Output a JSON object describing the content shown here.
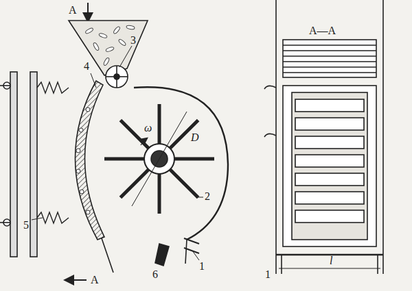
{
  "diagram": {
    "labels": [
      "A",
      "3",
      "4",
      "ω",
      "D",
      "2",
      "5",
      "1",
      "6",
      "A",
      "A—A",
      "1",
      "l"
    ]
  }
}
